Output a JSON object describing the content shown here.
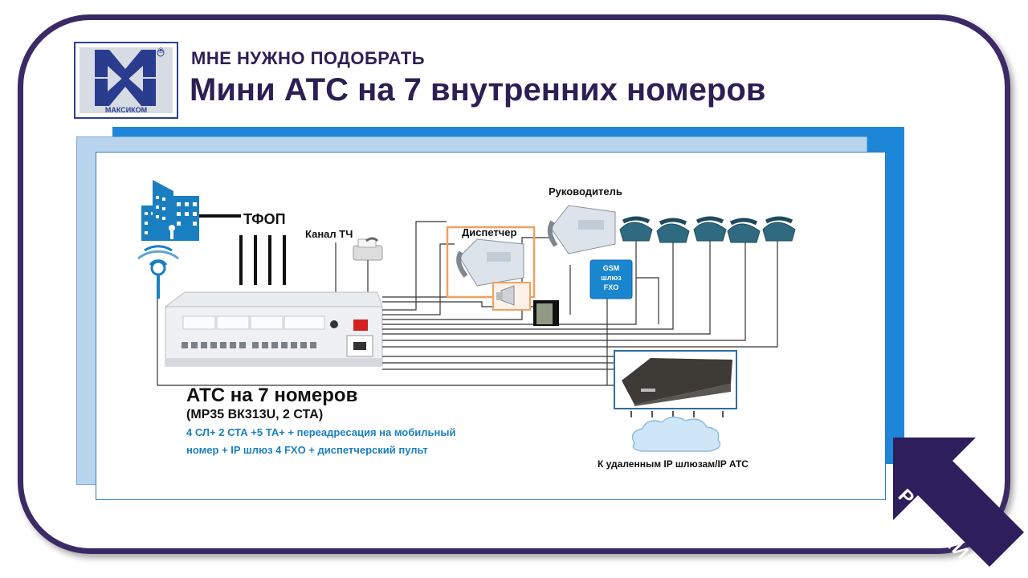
{
  "header": {
    "subtitle": "МНЕ НУЖНО ПОДОБРАТЬ",
    "title": "Мини АТС на 7 внутренних номеров"
  },
  "logo": {
    "text": "МАКСИКОМ",
    "registered": "®"
  },
  "diagram": {
    "tfop_label": "ТФОП",
    "channel_label": "Канал ТЧ",
    "dispatcher_label": "Диспетчер",
    "manager_label": "Руководитель",
    "gsm_label_1": "GSM",
    "gsm_label_2": "шлюз",
    "gsm_label_3": "FXO",
    "ats_title": "АТС на 7 номеров",
    "ats_model": "(МР35 ВК313U, 2 СТА)",
    "description_line_1": "4 СЛ+ 2 СТА +5 ТА+ + переадресация на мобильный",
    "description_line_2": "номер + IP шлюз 4 FXO + диспетчерский пульт",
    "remote_label": "К удаленным IP шлюзам/IP АТС"
  },
  "nav": {
    "solutions_label": "РЕШЕНИЯ"
  },
  "colors": {
    "frame": "#3b2a66",
    "title": "#2d1f55",
    "panel_blue": "#1e86d8",
    "accent_text": "#1a7fc0",
    "arrow": "#2f1e5c",
    "dispatcher_highlight": "#f0a060"
  }
}
